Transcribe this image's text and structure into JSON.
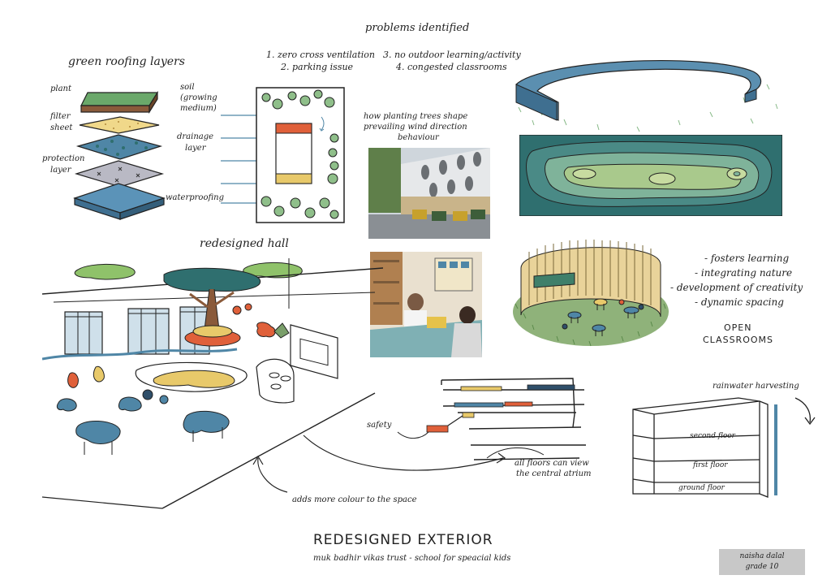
{
  "problems": {
    "title": "problems identified",
    "item1": "1. zero cross ventilation",
    "item2": "2. parking issue",
    "item3": "3. no outdoor learning/activity",
    "item4": "4. congested classrooms"
  },
  "green_roof": {
    "title": "green roofing layers",
    "plant": "plant",
    "soil_1": "soil",
    "soil_2": "(growing",
    "soil_3": "medium)",
    "filter_1": "filter",
    "filter_2": "sheet",
    "drainage_1": "drainage",
    "drainage_2": "layer",
    "protection_1": "protection",
    "protection_2": "layer",
    "waterproofing": "waterproofing"
  },
  "wind": {
    "line1": "how planting trees shape",
    "line2": "prevailing wind direction",
    "line3": "behaviour"
  },
  "hall": {
    "title": "redesigned hall"
  },
  "open_classrooms": {
    "b1": "- fosters learning",
    "b2": "- integrating nature",
    "b3": "- development of creativity",
    "b4": "- dynamic spacing",
    "label_1": "OPEN",
    "label_2": "CLASSROOMS"
  },
  "section": {
    "safety": "safety",
    "atrium_1": "all floors can view",
    "atrium_2": "the central atrium",
    "colour": "adds more colour to the space"
  },
  "rainwater": {
    "title": "rainwater harvesting",
    "second": "second floor",
    "first": "first floor",
    "ground": "ground floor"
  },
  "footer": {
    "title": "REDESIGNED EXTERIOR",
    "subtitle": "muk badhir vikas trust - school for speacial kids",
    "name": "naisha dalal",
    "grade": "grade 10"
  },
  "colors": {
    "teal": "#2f6f6f",
    "blue": "#4f86a6",
    "green": "#6aa86a",
    "orange": "#e0603a",
    "yellow": "#e8c96a",
    "brown": "#8a5a3a"
  }
}
